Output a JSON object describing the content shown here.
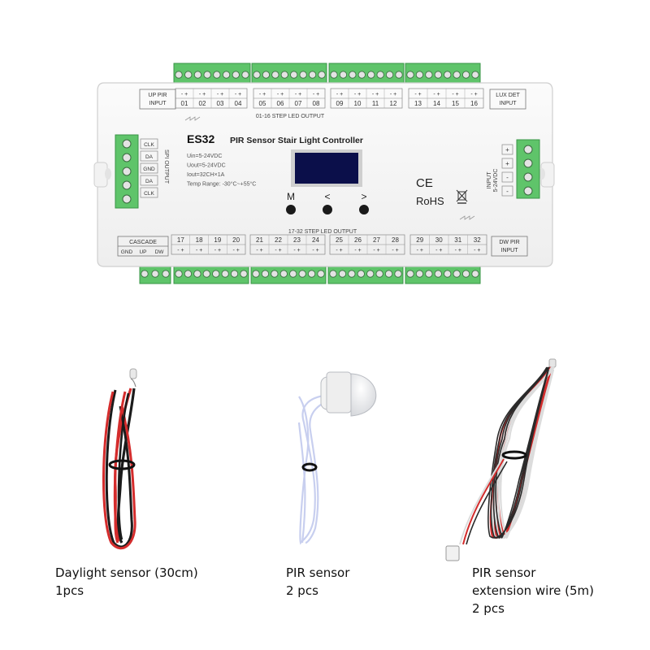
{
  "controller": {
    "model": "ES32",
    "title": "PIR Sensor Stair Light Controller",
    "specs": [
      "Uin=5-24VDC",
      "Uout=5-24VDC",
      "Iout=32CH×1A",
      "Temp Range: -30°C~+55°C"
    ],
    "top_output_label": "01-16 STEP LED OUTPUT",
    "bottom_output_label": "17-32 STEP LED OUTPUT",
    "up_pir_label": [
      "UP PIR",
      "INPUT"
    ],
    "lux_det_label": [
      "LUX DET",
      "INPUT"
    ],
    "dw_pir_label": [
      "DW PIR",
      "INPUT"
    ],
    "cascade_label": "CASCADE",
    "cascade_pins": [
      "GND",
      "UP",
      "DW"
    ],
    "spi_output_label": "SPI OUTPUT",
    "spi_pins": [
      "CLK",
      "DA",
      "GND",
      "DA",
      "CLK"
    ],
    "input_label": [
      "INPUT",
      "5-24VDC"
    ],
    "input_signs": [
      "+",
      "+",
      "-",
      "-"
    ],
    "top_steps": [
      "01",
      "02",
      "03",
      "04",
      "05",
      "06",
      "07",
      "08",
      "09",
      "10",
      "11",
      "12",
      "13",
      "14",
      "15",
      "16"
    ],
    "bottom_steps": [
      "17",
      "18",
      "19",
      "20",
      "21",
      "22",
      "23",
      "24",
      "25",
      "26",
      "27",
      "28",
      "29",
      "30",
      "31",
      "32"
    ],
    "buttons": [
      "M",
      "<",
      ">"
    ],
    "ce_mark": "CE",
    "rohs_mark": "RoHS"
  },
  "accessories": [
    {
      "lines": [
        "Daylight sensor (30cm)",
        "1pcs"
      ]
    },
    {
      "lines": [
        "PIR sensor",
        "2 pcs"
      ]
    },
    {
      "lines": [
        "PIR sensor",
        "extension wire (5m)",
        "2 pcs"
      ]
    }
  ],
  "colors": {
    "terminal_green": "#5fc46a",
    "wire_red": "#d42c2c",
    "wire_black": "#1b1b1b",
    "pir_cable": "#c8cfef"
  }
}
